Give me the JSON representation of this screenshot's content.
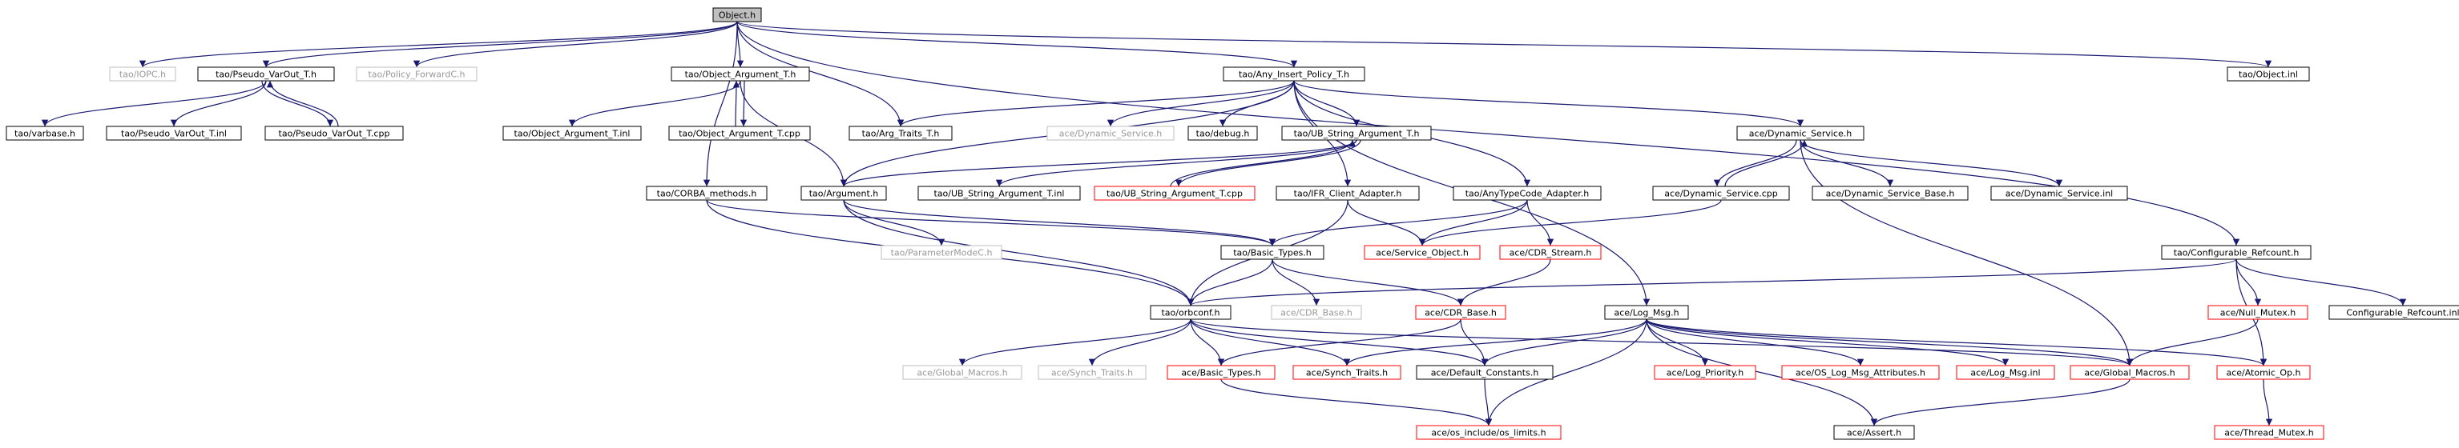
{
  "colors": {
    "edge": "#191970",
    "box_documented": "#000000",
    "box_undocumented": "#bfbfbf",
    "box_truncated": "#ff0000",
    "fill_root": "#bfbfbf",
    "fill": "#ffffff",
    "text": "#000000",
    "text_undocumented": "#999999"
  },
  "nodes": [
    {
      "id": "object_h",
      "label": "Object.h",
      "kind": "root"
    },
    {
      "id": "tao_iopc",
      "label": "tao/IOPC.h",
      "kind": "undocumented"
    },
    {
      "id": "pseudo_varout",
      "label": "tao/Pseudo_VarOut_T.h",
      "kind": "documented"
    },
    {
      "id": "policy_forwardc",
      "label": "tao/Policy_ForwardC.h",
      "kind": "undocumented"
    },
    {
      "id": "object_argument_h",
      "label": "tao/Object_Argument_T.h",
      "kind": "documented"
    },
    {
      "id": "any_insert",
      "label": "tao/Any_Insert_Policy_T.h",
      "kind": "documented"
    },
    {
      "id": "object_inl",
      "label": "tao/Object.inl",
      "kind": "documented"
    },
    {
      "id": "varbase",
      "label": "tao/varbase.h",
      "kind": "documented"
    },
    {
      "id": "pseudo_varout_inl",
      "label": "tao/Pseudo_VarOut_T.inl",
      "kind": "documented"
    },
    {
      "id": "pseudo_varout_cpp",
      "label": "tao/Pseudo_VarOut_T.cpp",
      "kind": "documented"
    },
    {
      "id": "object_argument_inl",
      "label": "tao/Object_Argument_T.inl",
      "kind": "documented"
    },
    {
      "id": "object_argument_cpp",
      "label": "tao/Object_Argument_T.cpp",
      "kind": "documented"
    },
    {
      "id": "arg_traits",
      "label": "tao/Arg_Traits_T.h",
      "kind": "documented"
    },
    {
      "id": "dynamic_service_tao",
      "label": "ace/Dynamic_Service.h",
      "kind": "undocumented"
    },
    {
      "id": "tao_debug",
      "label": "tao/debug.h",
      "kind": "documented"
    },
    {
      "id": "ub_string_h",
      "label": "tao/UB_String_Argument_T.h",
      "kind": "documented"
    },
    {
      "id": "ace_dynamic_service",
      "label": "ace/Dynamic_Service.h",
      "kind": "documented"
    },
    {
      "id": "corba_methods",
      "label": "tao/CORBA_methods.h",
      "kind": "documented"
    },
    {
      "id": "argument_h",
      "label": "tao/Argument.h",
      "kind": "documented"
    },
    {
      "id": "ub_string_inl",
      "label": "tao/UB_String_Argument_T.inl",
      "kind": "documented"
    },
    {
      "id": "ub_string_cpp",
      "label": "tao/UB_String_Argument_T.cpp",
      "kind": "truncated"
    },
    {
      "id": "ifr_client",
      "label": "tao/IFR_Client_Adapter.h",
      "kind": "documented"
    },
    {
      "id": "anytypecode",
      "label": "tao/AnyTypeCode_Adapter.h",
      "kind": "documented"
    },
    {
      "id": "dynamic_service_cpp",
      "label": "ace/Dynamic_Service.cpp",
      "kind": "documented"
    },
    {
      "id": "dynamic_service_base",
      "label": "ace/Dynamic_Service_Base.h",
      "kind": "documented"
    },
    {
      "id": "dynamic_service_inl",
      "label": "ace/Dynamic_Service.inl",
      "kind": "documented"
    },
    {
      "id": "parametermodec",
      "label": "tao/ParameterModeC.h",
      "kind": "undocumented"
    },
    {
      "id": "basic_types_tao",
      "label": "tao/Basic_Types.h",
      "kind": "documented"
    },
    {
      "id": "service_object",
      "label": "ace/Service_Object.h",
      "kind": "truncated"
    },
    {
      "id": "cdr_stream",
      "label": "ace/CDR_Stream.h",
      "kind": "truncated"
    },
    {
      "id": "configurable_refcount",
      "label": "tao/Configurable_Refcount.h",
      "kind": "documented"
    },
    {
      "id": "orbconf",
      "label": "tao/orbconf.h",
      "kind": "documented"
    },
    {
      "id": "cdr_base_ace_plain",
      "label": "ace/CDR_Base.h",
      "kind": "undocumented"
    },
    {
      "id": "cdr_base_ace",
      "label": "ace/CDR_Base.h",
      "kind": "truncated"
    },
    {
      "id": "log_msg",
      "label": "ace/Log_Msg.h",
      "kind": "documented"
    },
    {
      "id": "null_mutex",
      "label": "ace/Null_Mutex.h",
      "kind": "truncated"
    },
    {
      "id": "configurable_refcount_inl",
      "label": "Configurable_Refcount.inl",
      "kind": "documented"
    },
    {
      "id": "global_macros_plain",
      "label": "ace/Global_Macros.h",
      "kind": "undocumented"
    },
    {
      "id": "synch_traits_plain",
      "label": "ace/Synch_Traits.h",
      "kind": "undocumented"
    },
    {
      "id": "basic_types_ace",
      "label": "ace/Basic_Types.h",
      "kind": "truncated"
    },
    {
      "id": "synch_traits",
      "label": "ace/Synch_Traits.h",
      "kind": "truncated"
    },
    {
      "id": "default_constants",
      "label": "ace/Default_Constants.h",
      "kind": "documented"
    },
    {
      "id": "log_priority",
      "label": "ace/Log_Priority.h",
      "kind": "truncated"
    },
    {
      "id": "os_log_msg",
      "label": "ace/OS_Log_Msg_Attributes.h",
      "kind": "truncated"
    },
    {
      "id": "log_msg_inl",
      "label": "ace/Log_Msg.inl",
      "kind": "truncated"
    },
    {
      "id": "global_macros",
      "label": "ace/Global_Macros.h",
      "kind": "truncated"
    },
    {
      "id": "atomic_op",
      "label": "ace/Atomic_Op.h",
      "kind": "truncated"
    },
    {
      "id": "os_limits",
      "label": "ace/os_include/os_limits.h",
      "kind": "truncated"
    },
    {
      "id": "ace_assert",
      "label": "ace/Assert.h",
      "kind": "documented"
    },
    {
      "id": "thread_mutex",
      "label": "ace/Thread_Mutex.h",
      "kind": "truncated"
    }
  ],
  "edges": [
    [
      "object_h",
      "tao_iopc"
    ],
    [
      "object_h",
      "pseudo_varout"
    ],
    [
      "object_h",
      "policy_forwardc"
    ],
    [
      "object_h",
      "object_argument_h"
    ],
    [
      "object_h",
      "any_insert"
    ],
    [
      "object_h",
      "object_inl"
    ],
    [
      "object_h",
      "arg_traits"
    ],
    [
      "object_h",
      "corba_methods"
    ],
    [
      "object_h",
      "configurable_refcount"
    ],
    [
      "pseudo_varout",
      "varbase"
    ],
    [
      "pseudo_varout",
      "pseudo_varout_inl"
    ],
    [
      "pseudo_varout",
      "pseudo_varout_cpp"
    ],
    [
      "pseudo_varout_cpp",
      "pseudo_varout"
    ],
    [
      "object_argument_h",
      "object_argument_inl"
    ],
    [
      "object_argument_h",
      "object_argument_cpp"
    ],
    [
      "object_argument_h",
      "argument_h"
    ],
    [
      "object_argument_cpp",
      "object_argument_h"
    ],
    [
      "any_insert",
      "arg_traits"
    ],
    [
      "any_insert",
      "dynamic_service_tao"
    ],
    [
      "any_insert",
      "tao_debug"
    ],
    [
      "any_insert",
      "ub_string_h"
    ],
    [
      "any_insert",
      "ace_dynamic_service"
    ],
    [
      "any_insert",
      "argument_h"
    ],
    [
      "any_insert",
      "ifr_client"
    ],
    [
      "any_insert",
      "anytypecode"
    ],
    [
      "any_insert",
      "log_msg"
    ],
    [
      "ub_string_h",
      "argument_h"
    ],
    [
      "ub_string_h",
      "ub_string_inl"
    ],
    [
      "ub_string_h",
      "ub_string_cpp"
    ],
    [
      "ub_string_cpp",
      "ub_string_h"
    ],
    [
      "ace_dynamic_service",
      "dynamic_service_cpp"
    ],
    [
      "ace_dynamic_service",
      "dynamic_service_base"
    ],
    [
      "ace_dynamic_service",
      "dynamic_service_inl"
    ],
    [
      "ace_dynamic_service",
      "global_macros"
    ],
    [
      "dynamic_service_cpp",
      "ace_dynamic_service"
    ],
    [
      "dynamic_service_cpp",
      "service_object"
    ],
    [
      "corba_methods",
      "basic_types_tao"
    ],
    [
      "corba_methods",
      "orbconf"
    ],
    [
      "argument_h",
      "parametermodec"
    ],
    [
      "argument_h",
      "basic_types_tao"
    ],
    [
      "argument_h",
      "orbconf"
    ],
    [
      "ifr_client",
      "service_object"
    ],
    [
      "ifr_client",
      "orbconf"
    ],
    [
      "anytypecode",
      "service_object"
    ],
    [
      "anytypecode",
      "cdr_stream"
    ],
    [
      "anytypecode",
      "basic_types_tao"
    ],
    [
      "basic_types_tao",
      "orbconf"
    ],
    [
      "basic_types_tao",
      "cdr_base_ace_plain"
    ],
    [
      "basic_types_tao",
      "cdr_base_ace"
    ],
    [
      "cdr_stream",
      "cdr_base_ace"
    ],
    [
      "configurable_refcount",
      "orbconf"
    ],
    [
      "configurable_refcount",
      "null_mutex"
    ],
    [
      "configurable_refcount",
      "configurable_refcount_inl"
    ],
    [
      "configurable_refcount",
      "atomic_op"
    ],
    [
      "orbconf",
      "global_macros_plain"
    ],
    [
      "orbconf",
      "synch_traits_plain"
    ],
    [
      "orbconf",
      "basic_types_ace"
    ],
    [
      "orbconf",
      "synch_traits"
    ],
    [
      "orbconf",
      "default_constants"
    ],
    [
      "orbconf",
      "global_macros"
    ],
    [
      "cdr_base_ace",
      "basic_types_ace"
    ],
    [
      "cdr_base_ace",
      "default_constants"
    ],
    [
      "log_msg",
      "synch_traits"
    ],
    [
      "log_msg",
      "default_constants"
    ],
    [
      "log_msg",
      "log_priority"
    ],
    [
      "log_msg",
      "os_log_msg"
    ],
    [
      "log_msg",
      "log_msg_inl"
    ],
    [
      "log_msg",
      "global_macros"
    ],
    [
      "log_msg",
      "atomic_op"
    ],
    [
      "log_msg",
      "os_limits"
    ],
    [
      "log_msg",
      "ace_assert"
    ],
    [
      "null_mutex",
      "global_macros"
    ],
    [
      "basic_types_ace",
      "os_limits"
    ],
    [
      "default_constants",
      "os_limits"
    ],
    [
      "global_macros",
      "ace_assert"
    ],
    [
      "atomic_op",
      "thread_mutex"
    ]
  ]
}
